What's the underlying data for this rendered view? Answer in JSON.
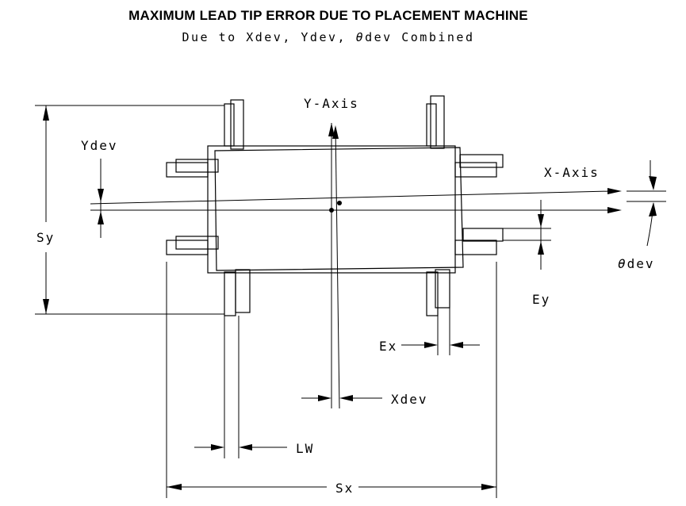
{
  "title": "MAXIMUM LEAD TIP ERROR DUE TO PLACEMENT MACHINE",
  "subtitle_prefix": "Due to Xdev, Ydev, ",
  "subtitle_theta": "θ",
  "subtitle_suffix": "dev Combined",
  "labels": {
    "y_axis": "Y-Axis",
    "x_axis": "X-Axis",
    "ydev": "Ydev",
    "sy": "Sy",
    "theta_symbol": "θ",
    "theta_text": "dev",
    "ey": "Ey",
    "ex": "Ex",
    "xdev": "Xdev",
    "lw": "LW",
    "sx": "Sx"
  }
}
